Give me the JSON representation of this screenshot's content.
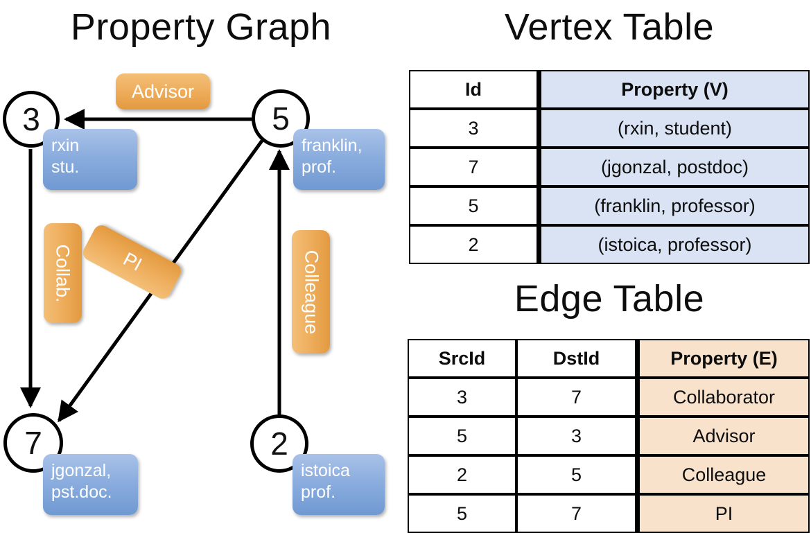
{
  "titles": {
    "property_graph": "Property Graph",
    "vertex_table": "Vertex Table",
    "edge_table": "Edge Table"
  },
  "colors": {
    "vertex_property_fill": "#d9e3f3",
    "edge_property_fill": "#f8e2cb",
    "node_box_blue": "#8badde",
    "edge_label_orange": "#eead5c",
    "stroke": "#000000"
  },
  "graph": {
    "nodes": [
      {
        "id": "3",
        "prop_line1": "rxin",
        "prop_line2": "stu."
      },
      {
        "id": "5",
        "prop_line1": "franklin,",
        "prop_line2": "prof."
      },
      {
        "id": "7",
        "prop_line1": "jgonzal,",
        "prop_line2": "pst.doc."
      },
      {
        "id": "2",
        "prop_line1": "istoica",
        "prop_line2": "prof."
      }
    ],
    "edge_labels": [
      {
        "name": "advisor-label",
        "text": "Advisor"
      },
      {
        "name": "collab-label",
        "text": "Collab."
      },
      {
        "name": "pi-label",
        "text": "PI"
      },
      {
        "name": "colleague-label",
        "text": "Colleague"
      }
    ]
  },
  "vertex_table": {
    "headers": [
      "Id",
      "Property (V)"
    ],
    "rows": [
      {
        "id": "3",
        "property": "(rxin, student)"
      },
      {
        "id": "7",
        "property": "(jgonzal, postdoc)"
      },
      {
        "id": "5",
        "property": "(franklin, professor)"
      },
      {
        "id": "2",
        "property": "(istoica, professor)"
      }
    ]
  },
  "edge_table": {
    "headers": [
      "SrcId",
      "DstId",
      "Property (E)"
    ],
    "rows": [
      {
        "src": "3",
        "dst": "7",
        "property": "Collaborator"
      },
      {
        "src": "5",
        "dst": "3",
        "property": "Advisor"
      },
      {
        "src": "2",
        "dst": "5",
        "property": "Colleague"
      },
      {
        "src": "5",
        "dst": "7",
        "property": "PI"
      }
    ]
  }
}
